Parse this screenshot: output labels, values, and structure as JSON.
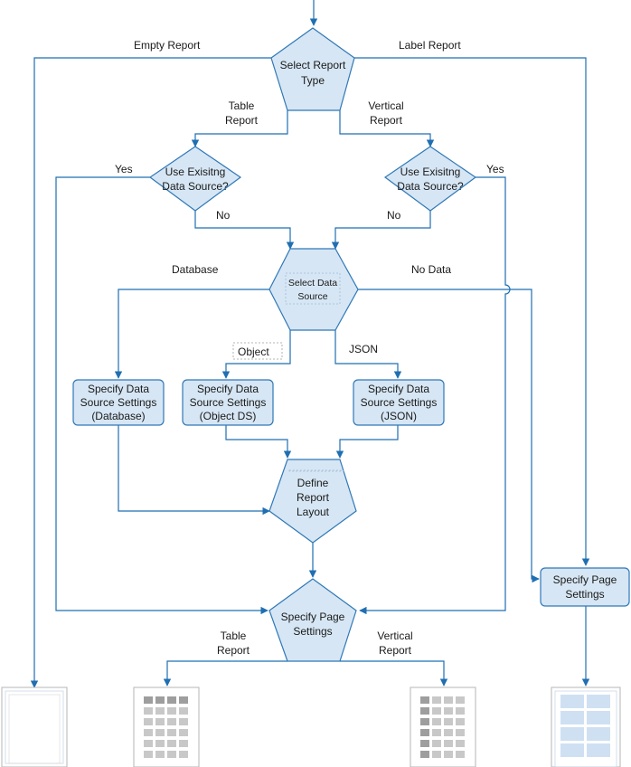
{
  "nodes": {
    "select_report_type": [
      "Select Report",
      "Type"
    ],
    "use_existing_left": [
      "Use Exisitng",
      "Data Source?"
    ],
    "use_existing_right": [
      "Use Exisitng",
      "Data Source?"
    ],
    "select_data_source": [
      "Select Data",
      "Source"
    ],
    "settings_database": [
      "Specify Data",
      "Source  Settings",
      "(Database)"
    ],
    "settings_object": [
      "Specify Data",
      "Source  Settings",
      "(Object DS)"
    ],
    "settings_json": [
      "Specify Data",
      "Source  Settings",
      "(JSON)"
    ],
    "define_layout": [
      "Define",
      "Report",
      "Layout"
    ],
    "page_settings_main": [
      "Specify Page",
      "Settings"
    ],
    "page_settings_label": [
      "Specify Page",
      "Settings"
    ]
  },
  "edge_labels": {
    "empty_report": "Empty Report",
    "label_report": "Label Report",
    "table_report_top": [
      "Table",
      "Report"
    ],
    "vertical_report_top": [
      "Vertical",
      "Report"
    ],
    "yes_left": "Yes",
    "yes_right": "Yes",
    "no_left": "No",
    "no_right": "No",
    "database": "Database",
    "no_data": "No Data",
    "object": "Object",
    "json": "JSON",
    "table_report_bottom": [
      "Table",
      "Report"
    ],
    "vertical_report_bottom": [
      "Vertical",
      "Report"
    ]
  },
  "colors": {
    "shape_fill": "#d6e6f4",
    "shape_stroke": "#2f78b7",
    "connector": "#1f6fb2",
    "cell_gray": "#c8c8c8",
    "cell_gray_dark": "#9e9e9e",
    "cell_blue": "#cfe0f3"
  },
  "icons": [
    "empty-report-icon",
    "table-report-icon",
    "vertical-report-icon",
    "label-report-icon"
  ]
}
